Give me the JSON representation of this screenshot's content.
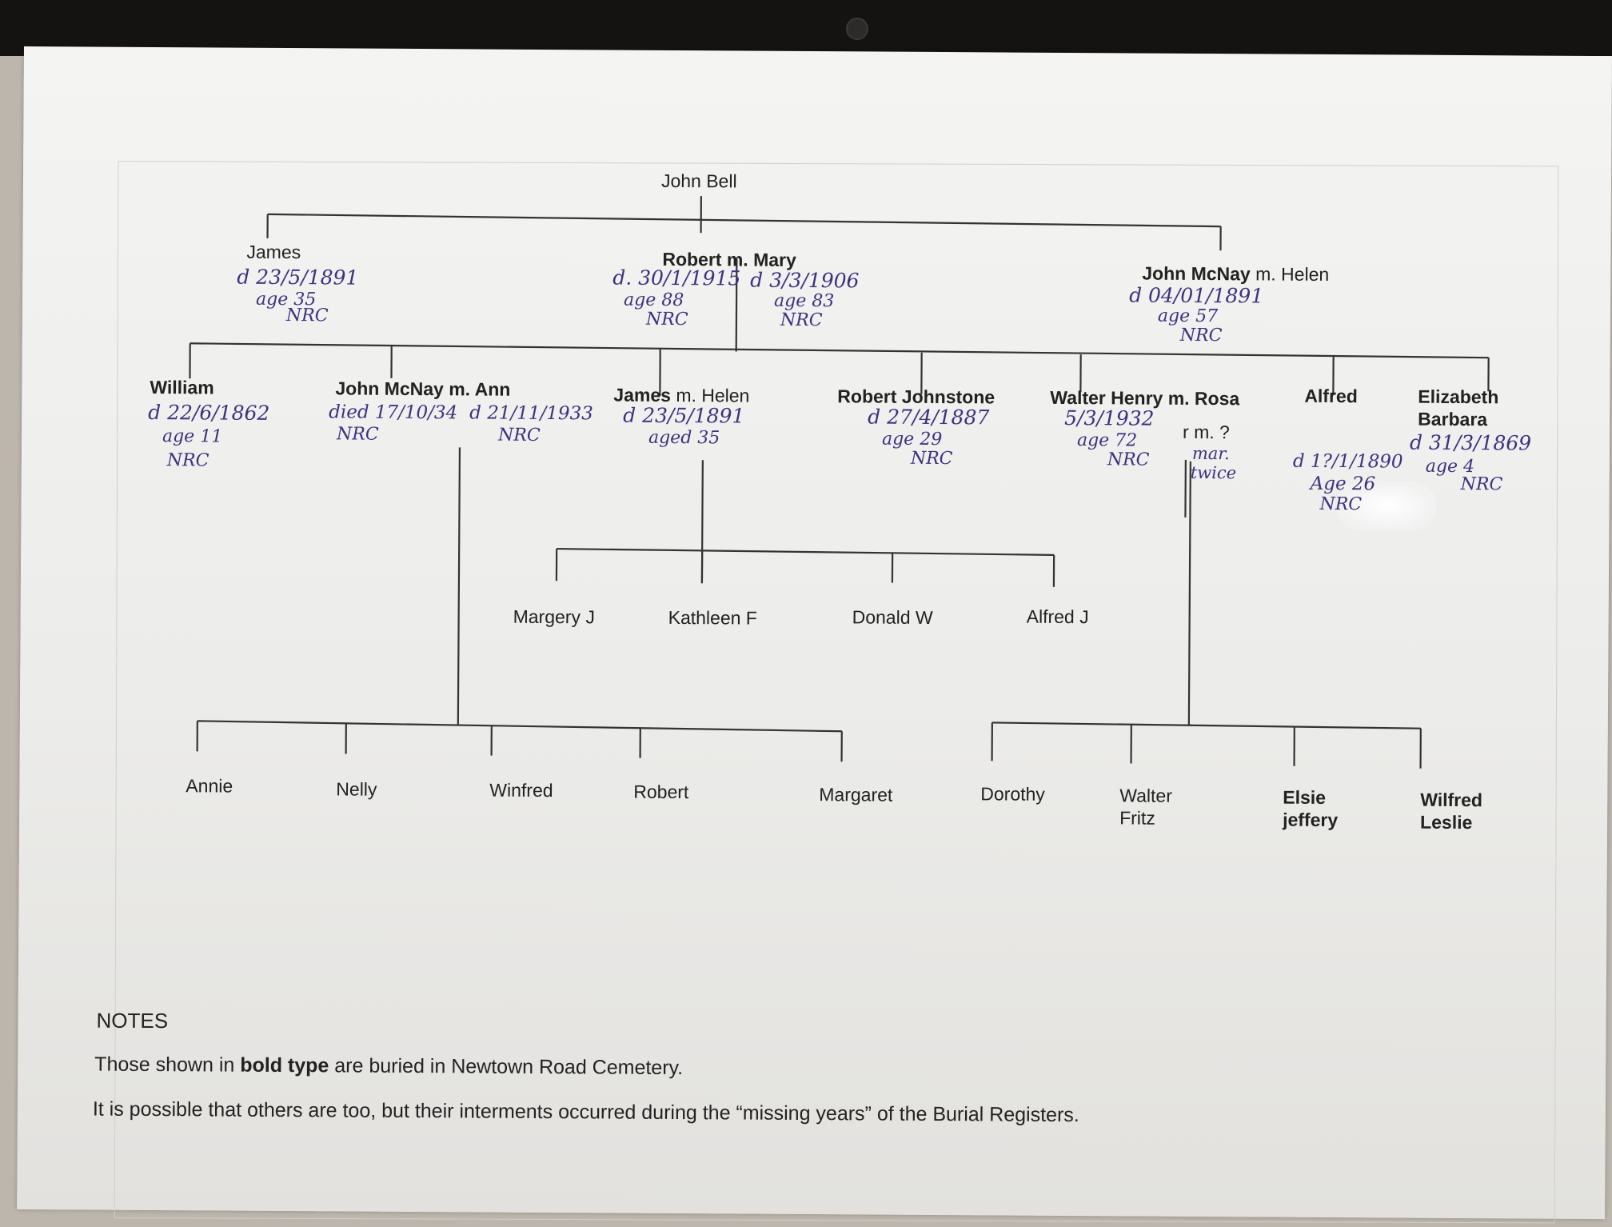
{
  "tree": {
    "root": "John Bell",
    "gen1": {
      "james": {
        "name": "James",
        "note": [
          "d 23/5/1891",
          "age 35",
          "NRC"
        ]
      },
      "robert_mary": {
        "name": "Robert m. Mary",
        "note_left": [
          "d. 30/1/1915",
          "age 88",
          "NRC"
        ],
        "note_right": [
          "d 3/3/1906",
          "age 83",
          "NRC"
        ]
      },
      "john_helen": {
        "name_bold": "John McNay",
        "name_rest": " m. Helen",
        "note": [
          "d 04/01/1891",
          "age 57",
          "NRC"
        ]
      }
    },
    "gen2": {
      "william": {
        "name": "William",
        "note": [
          "d 22/6/1862",
          "age 11",
          "NRC"
        ]
      },
      "john_ann": {
        "name": "John McNay m. Ann",
        "note_left": [
          "died 17/10/34",
          "NRC"
        ],
        "note_right": [
          "d 21/11/1933",
          "NRC"
        ]
      },
      "james_helen": {
        "name_bold": "James",
        "name_rest": " m. Helen",
        "note": [
          "d 23/5/1891",
          "aged 35"
        ]
      },
      "robert_johnstone": {
        "name": "Robert Johnstone",
        "note": [
          "d 27/4/1887",
          "age 29",
          "NRC"
        ]
      },
      "walter_rosa": {
        "name": "Walter Henry m. Rosa",
        "note": [
          "5/3/1932",
          "age 72",
          "NRC"
        ],
        "remarriage": "r m. ?",
        "remarriage_note": [
          "mar.",
          "twice"
        ]
      },
      "alfred": {
        "name": "Alfred",
        "note": [
          "d 1?/1/1890",
          "Age 26",
          "NRC"
        ]
      },
      "elizabeth": {
        "name_lines": [
          "Elizabeth",
          "Barbara"
        ],
        "note": [
          "d 31/3/1869",
          "age 4",
          "NRC"
        ]
      }
    },
    "gen3_james": [
      "Margery J",
      "Kathleen F",
      "Donald W",
      "Alfred J"
    ],
    "gen3_john": [
      "Annie",
      "Nelly",
      "Winfred",
      "Robert",
      "Margaret"
    ],
    "gen3_walter": {
      "dorothy": "Dorothy",
      "walter_fritz": [
        "Walter",
        "Fritz"
      ],
      "elsie_jeffery": [
        "Elsie",
        "jeffery"
      ],
      "wilfred_leslie": [
        "Wilfred",
        "Leslie"
      ]
    }
  },
  "notes": {
    "heading": "NOTES",
    "line1_pre": "Those shown in ",
    "line1_bold": "bold type",
    "line1_post": " are buried in Newtown Road Cemetery.",
    "line2": "It is possible that others are too, but their interments occurred during the “missing years” of the Burial Registers."
  }
}
